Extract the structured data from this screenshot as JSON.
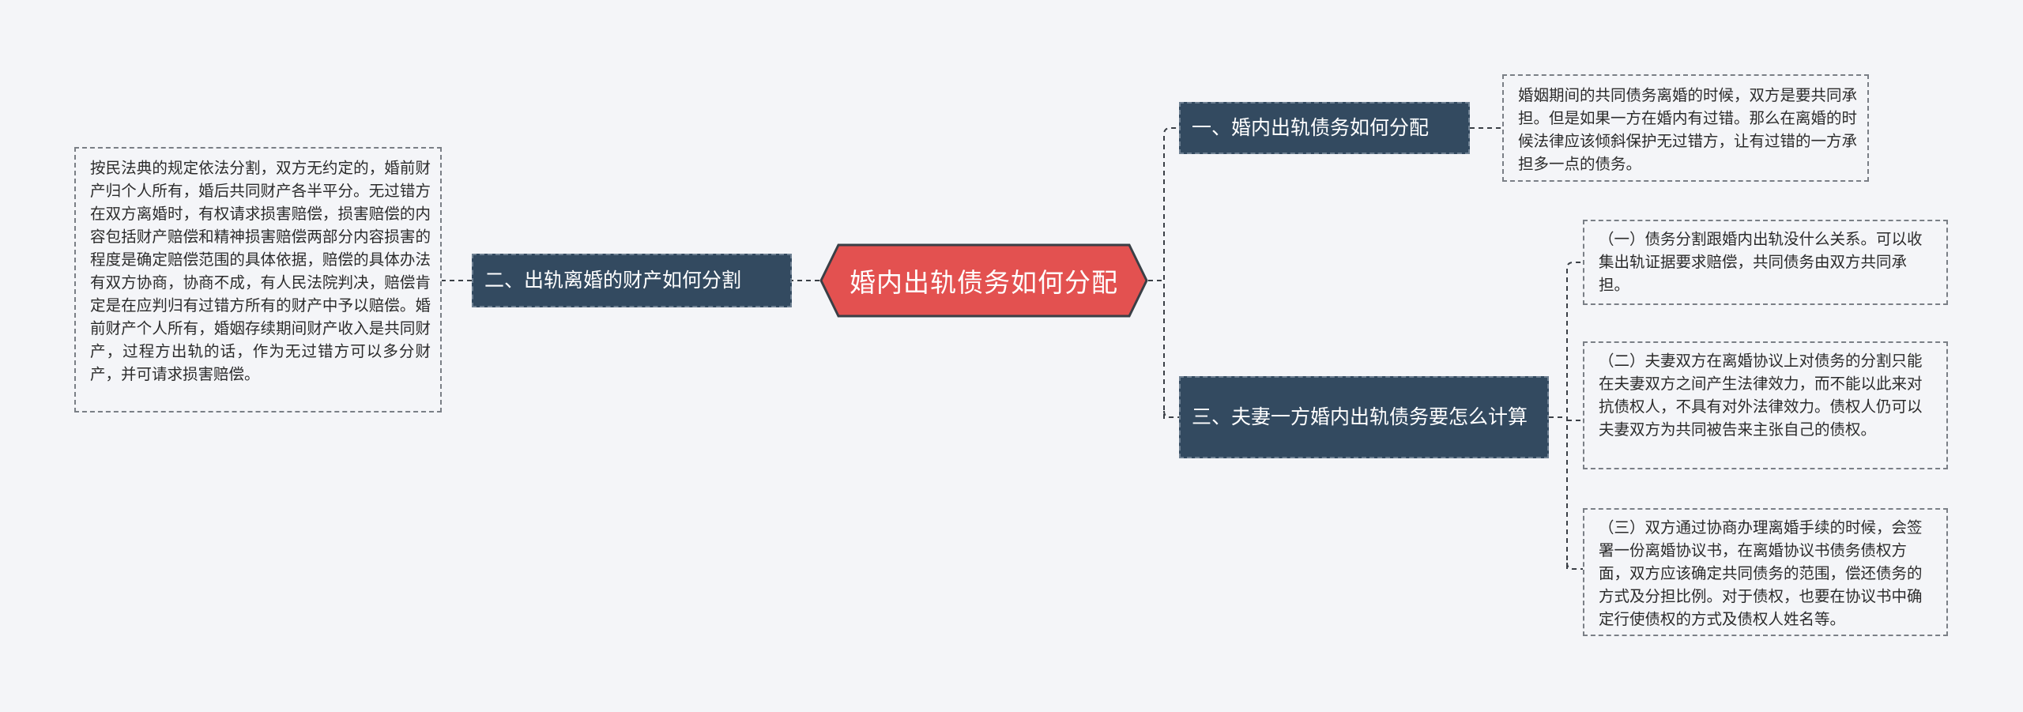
{
  "colors": {
    "center_fill": "#e35150",
    "topic_fill": "#334a60",
    "line": "#3a3f46",
    "background": "#f4f5f8"
  },
  "center": {
    "title": "婚内出轨债务如何分配"
  },
  "left": {
    "topic": "二、出轨离婚的财产如何分割",
    "note": "按民法典的规定依法分割，双方无约定的，婚前财产归个人所有，婚后共同财产各半平分。无过错方在双方离婚时，有权请求损害赔偿，损害赔偿的内容包括财产赔偿和精神损害赔偿两部分内容损害的程度是确定赔偿范围的具体依据，赔偿的具体办法有双方协商，协商不成，有人民法院判决，赔偿肯定是在应判归有过错方所有的财产中予以赔偿。婚前财产个人所有，婚姻存续期间财产收入是共同财产，过程方出轨的话，作为无过错方可以多分财产，并可请求损害赔偿。"
  },
  "right": [
    {
      "topic": "一、婚内出轨债务如何分配",
      "notes": [
        "婚姻期间的共同债务离婚的时候，双方是要共同承担。但是如果一方在婚内有过错。那么在离婚的时候法律应该倾斜保护无过错方，让有过错的一方承担多一点的债务。"
      ]
    },
    {
      "topic": "三、夫妻一方婚内出轨债务要怎么计算",
      "notes": [
        "（一）债务分割跟婚内出轨没什么关系。可以收集出轨证据要求赔偿，共同债务由双方共同承担。",
        "（二）夫妻双方在离婚协议上对债务的分割只能在夫妻双方之间产生法律效力，而不能以此来对抗债权人，不具有对外法律效力。债权人仍可以夫妻双方为共同被告来主张自己的债权。",
        "（三）双方通过协商办理离婚手续的时候，会签署一份离婚协议书，在离婚协议书债务债权方面，双方应该确定共同债务的范围，偿还债务的方式及分担比例。对于债权，也要在协议书中确定行使债权的方式及债权人姓名等。"
      ]
    }
  ]
}
